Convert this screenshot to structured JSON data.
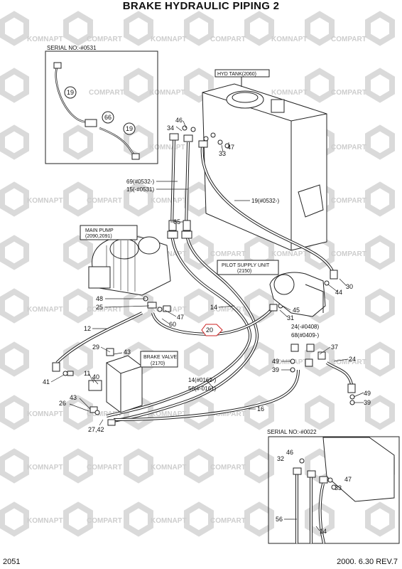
{
  "title": "BRAKE HYDRAULIC PIPING 2",
  "footer": {
    "page": "2051",
    "date_rev": "2000. 6.30  REV.7"
  },
  "watermark": {
    "brand_a": "KOMNAPT",
    "brand_b": "COMPART"
  },
  "insets": {
    "top_left": {
      "label": "SERIAL NO:-#0531",
      "callouts": [
        "19",
        "66",
        "19"
      ]
    },
    "bottom_right": {
      "label": "SERIAL NO:-#0022",
      "callouts": [
        "46",
        "32",
        "47",
        "33",
        "56",
        "14"
      ]
    }
  },
  "components": {
    "hyd_tank": "HYD TANK(2060)",
    "main_pump_1": "MAIN PUMP",
    "main_pump_2": "(2090,2091)",
    "pilot_supply_1": "PILOT SUPPLY UNIT",
    "pilot_supply_2": "(2150)",
    "brake_valve_1": "BRAKE VALVE",
    "brake_valve_2": "(2170)"
  },
  "labels": {
    "l69": "69(#0532-)",
    "l15": "15(-#0531)",
    "l19b": "19(#0532-)",
    "l24": "24(-#0408)",
    "l68": "68(#0409-)",
    "l14": "14(#0162-)",
    "l56": "56(#-0161)"
  },
  "callouts": {
    "c46": "46",
    "c34": "34",
    "c47": "47",
    "c33": "33",
    "c65": "65",
    "c44": "44",
    "c30": "30",
    "c48": "48",
    "c25": "25",
    "c47b": "47",
    "c60": "60",
    "c14": "14",
    "c45": "45",
    "c31": "31",
    "c20": "20",
    "c12": "12",
    "c29": "29",
    "c43": "43",
    "c37": "37",
    "c11": "11",
    "c40": "40",
    "c41": "41",
    "c49": "49",
    "c39": "39",
    "c24": "24",
    "c49b": "49",
    "c39b": "39",
    "c43b": "43",
    "c26": "26",
    "c16": "16",
    "c2742": "27,42"
  }
}
